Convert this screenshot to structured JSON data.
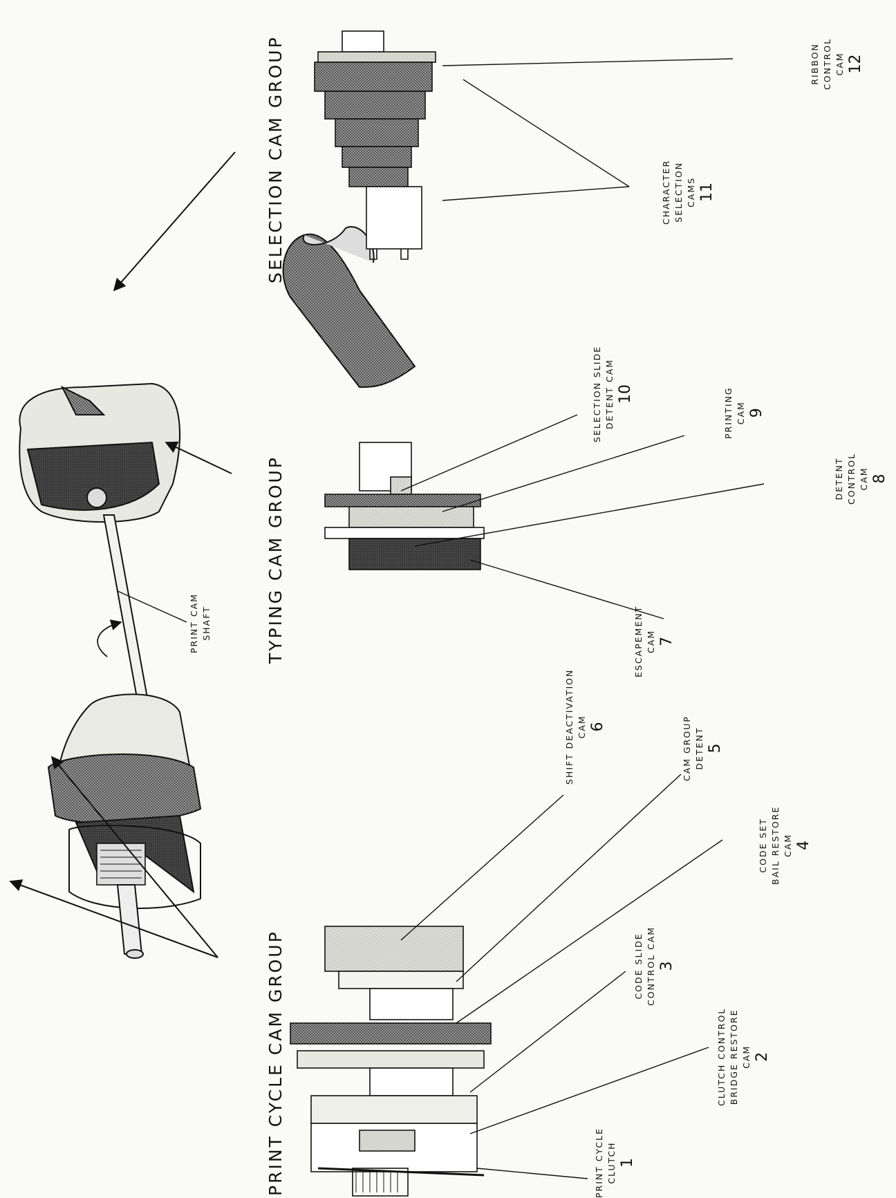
{
  "groups": {
    "print_cycle": "PRINT CYCLE CAM GROUP",
    "typing": "TYPING CAM GROUP",
    "selection": "SELECTION CAM GROUP"
  },
  "shaft_label": [
    "PRINT CAM",
    "SHAFT"
  ],
  "cams": [
    {
      "id": 1,
      "lines": [
        "PRINT CYCLE",
        "CLUTCH"
      ],
      "number": "1"
    },
    {
      "id": 2,
      "lines": [
        "CLUTCH CONTROL",
        "BRIDGE RESTORE",
        "CAM"
      ],
      "number": "2"
    },
    {
      "id": 3,
      "lines": [
        "CODE SLIDE",
        "CONTROL CAM"
      ],
      "number": "3"
    },
    {
      "id": 4,
      "lines": [
        "CODE SET",
        "BAIL RESTORE",
        "CAM"
      ],
      "number": "4"
    },
    {
      "id": 5,
      "lines": [
        "CAM GROUP",
        "DETENT"
      ],
      "number": "5"
    },
    {
      "id": 6,
      "lines": [
        "SHIFT DEACTIVATION",
        "CAM"
      ],
      "number": "6"
    },
    {
      "id": 7,
      "lines": [
        "ESCAPEMENT",
        "CAM"
      ],
      "number": "7"
    },
    {
      "id": 8,
      "lines": [
        "DETENT",
        "CONTROL",
        "CAM"
      ],
      "number": "8"
    },
    {
      "id": 9,
      "lines": [
        "PRINTING",
        "CAM"
      ],
      "number": "9"
    },
    {
      "id": 10,
      "lines": [
        "SELECTION SLIDE",
        "DETENT CAM"
      ],
      "number": "10"
    },
    {
      "id": 11,
      "lines": [
        "CHARACTER",
        "SELECTION",
        "CAMS"
      ],
      "number": "11"
    },
    {
      "id": 12,
      "lines": [
        "RIBBON",
        "CONTROL",
        "CAM"
      ],
      "number": "12"
    }
  ],
  "colors": {
    "ink": "#1a1a1a",
    "paper": "#fafaf7",
    "light_fill": "#e6e6e0",
    "dark_fill": "#3a3a3a",
    "stipple": "#555555"
  }
}
